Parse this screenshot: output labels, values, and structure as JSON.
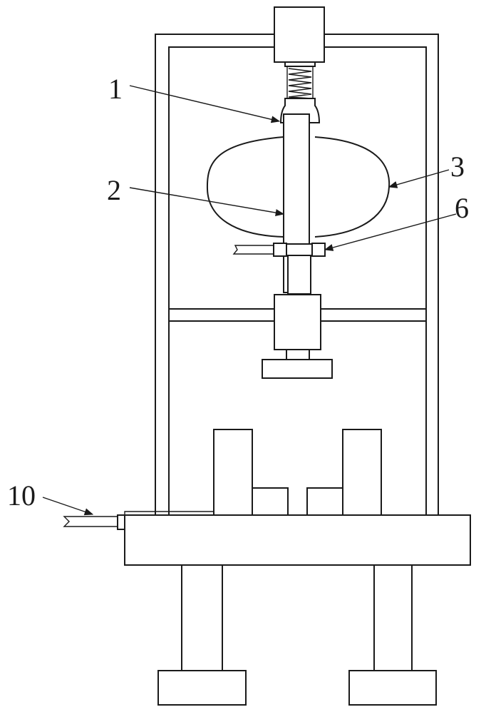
{
  "diagram": {
    "line_color": "#1a1a1a",
    "background": "#ffffff",
    "labels": {
      "l1": "1",
      "l2": "2",
      "l3": "3",
      "l6": "6",
      "l10": "10"
    }
  }
}
